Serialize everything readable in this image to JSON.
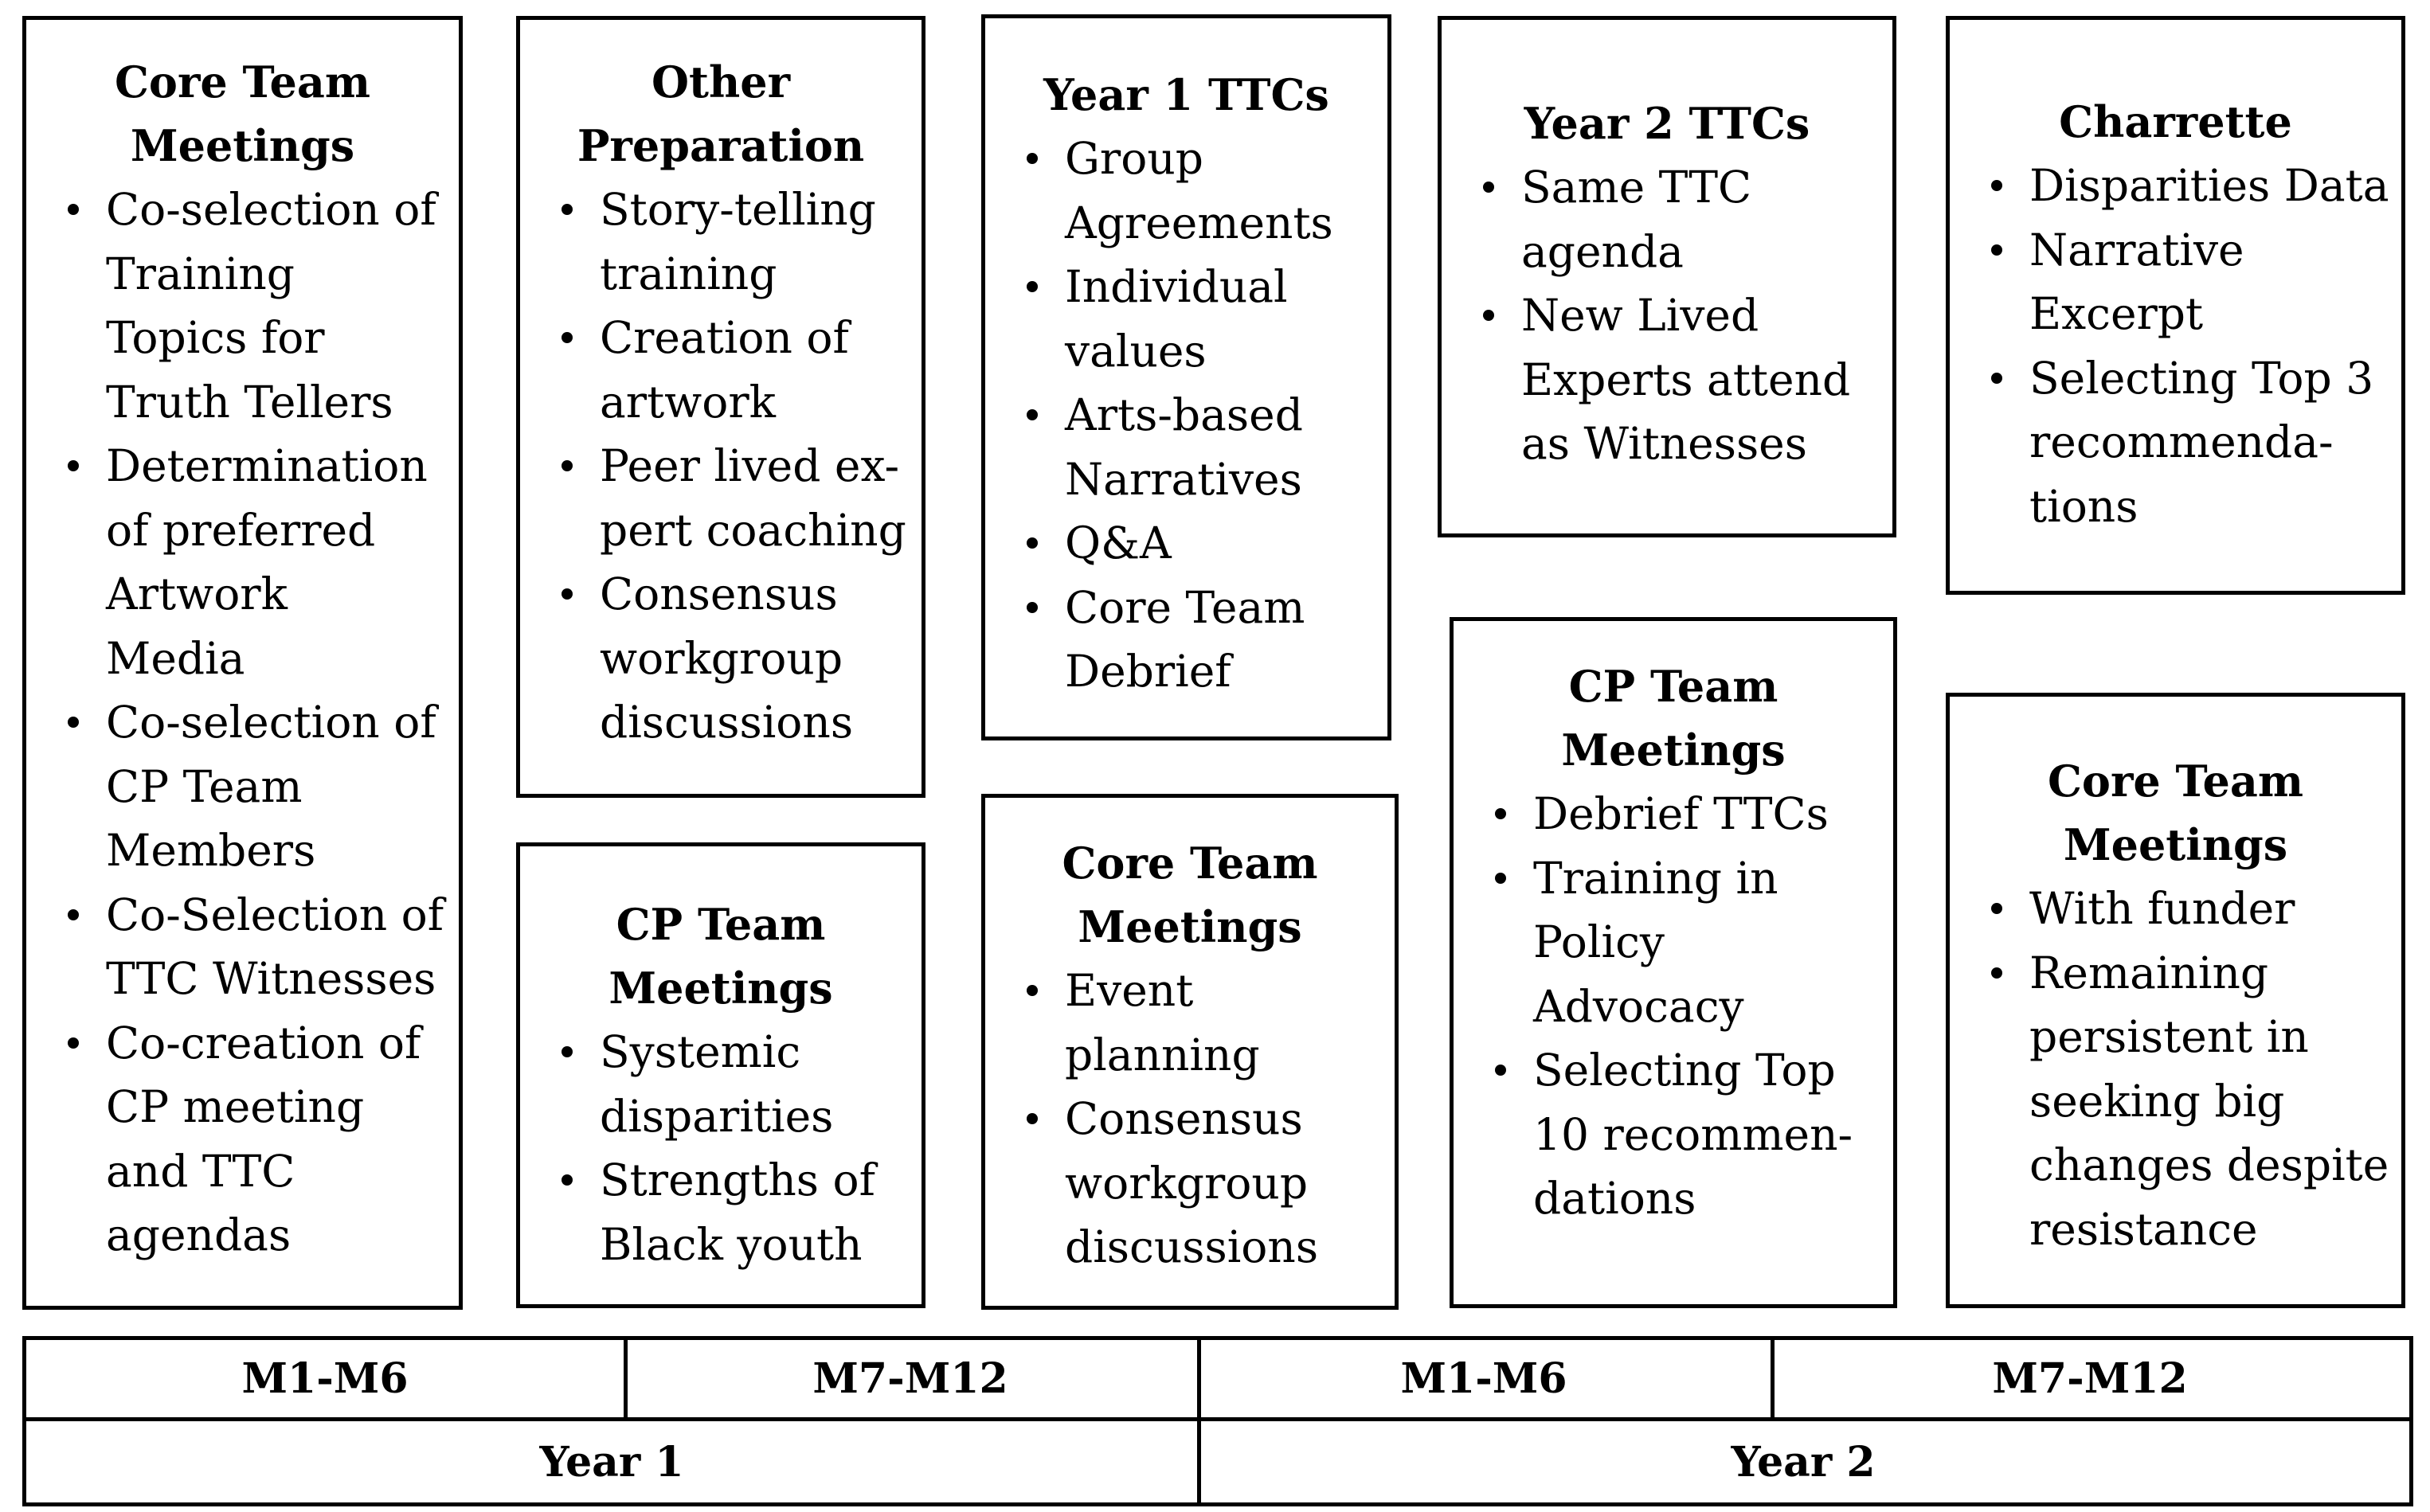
{
  "boxes": {
    "core1": {
      "title": [
        "Core Team",
        "Meetings"
      ],
      "items": [
        [
          "Co-selection of",
          "Training",
          "Topics for",
          "Truth Tellers"
        ],
        [
          "Determination",
          "of preferred",
          "Artwork",
          "Media"
        ],
        [
          "Co-selection of",
          "CP Team",
          "Members"
        ],
        [
          "Co-Selection of",
          "TTC Witnesses"
        ],
        [
          "Co-creation of",
          "CP meeting",
          "and TTC",
          "agendas"
        ]
      ]
    },
    "other_prep": {
      "title": [
        "Other",
        "Preparation"
      ],
      "items": [
        [
          "Story-telling",
          "training"
        ],
        [
          "Creation of",
          "artwork"
        ],
        [
          "Peer lived ex-",
          "pert coaching"
        ],
        [
          "Consensus",
          "workgroup",
          "discussions"
        ]
      ]
    },
    "cp1": {
      "title": [
        "CP Team",
        "Meetings"
      ],
      "items": [
        [
          "Systemic",
          "disparities"
        ],
        [
          "Strengths of",
          "Black youth"
        ]
      ]
    },
    "ttc1": {
      "title": [
        "Year 1 TTCs"
      ],
      "items": [
        [
          "Group",
          "Agreements"
        ],
        [
          "Individual",
          "values"
        ],
        [
          "Arts-based",
          "Narratives"
        ],
        [
          "Q&A"
        ],
        [
          "Core Team",
          "Debrief"
        ]
      ]
    },
    "core2": {
      "title": [
        "Core Team",
        "Meetings"
      ],
      "items": [
        [
          "Event",
          "planning"
        ],
        [
          "Consensus",
          "workgroup",
          "discussions"
        ]
      ]
    },
    "ttc2": {
      "title": [
        "Year 2 TTCs"
      ],
      "items": [
        [
          "Same TTC",
          "agenda"
        ],
        [
          "New Lived",
          "Experts attend",
          "as Witnesses"
        ]
      ]
    },
    "cp2": {
      "title": [
        "CP Team",
        "Meetings"
      ],
      "items": [
        [
          "Debrief TTCs"
        ],
        [
          "Training in",
          "Policy",
          "Advocacy"
        ],
        [
          "Selecting Top",
          "10 recommen-",
          "dations"
        ]
      ]
    },
    "charrette": {
      "title": [
        "Charrette"
      ],
      "items": [
        [
          "Disparities Data"
        ],
        [
          "Narrative",
          "Excerpt"
        ],
        [
          "Selecting Top 3",
          "recommenda-",
          "tions"
        ]
      ]
    },
    "core3": {
      "title": [
        "Core Team",
        "Meetings"
      ],
      "items": [
        [
          "With funder"
        ],
        [
          "Remaining",
          "persistent in",
          "seeking big",
          "changes despite",
          "resistance"
        ]
      ]
    }
  },
  "timeline": {
    "periods": [
      "M1-M6",
      "M7-M12",
      "M1-M6",
      "M7-M12"
    ],
    "years": [
      "Year 1",
      "Year 2"
    ]
  }
}
